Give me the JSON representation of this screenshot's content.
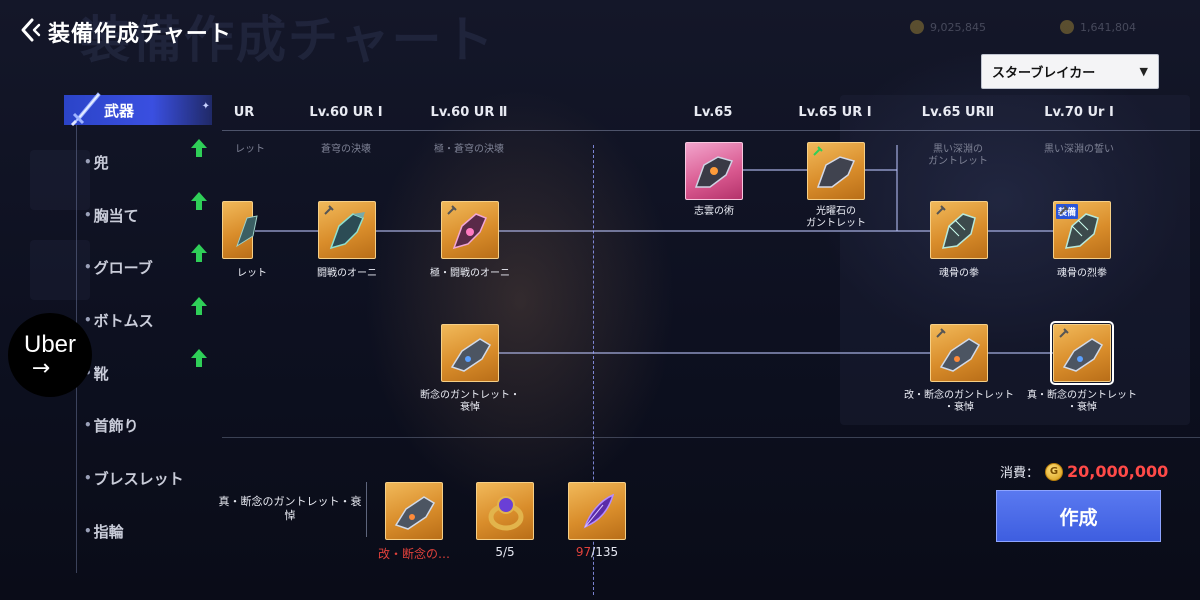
{
  "header": {
    "title": "装備作成チャート",
    "ghost_title": "装備作成チャート"
  },
  "bg_currency": [
    "9,025,845",
    "1,641,804"
  ],
  "dropdown": {
    "selected": "スターブレイカー",
    "caret": "▼"
  },
  "sidebar": {
    "items": [
      {
        "label": "武器",
        "active": true,
        "upgrade": false
      },
      {
        "label": "兜",
        "active": false,
        "upgrade": true
      },
      {
        "label": "胸当て",
        "active": false,
        "upgrade": true
      },
      {
        "label": "グローブ",
        "active": false,
        "upgrade": true
      },
      {
        "label": "ボトムス",
        "active": false,
        "upgrade": true
      },
      {
        "label": "靴",
        "active": false,
        "upgrade": true
      },
      {
        "label": "首飾り",
        "active": false,
        "upgrade": false
      },
      {
        "label": "ブレスレット",
        "active": false,
        "upgrade": false
      },
      {
        "label": "指輪",
        "active": false,
        "upgrade": false
      }
    ]
  },
  "uber": {
    "word": "Uber",
    "arrow": "→"
  },
  "columns": [
    {
      "title": "UR",
      "subtitle": "レット"
    },
    {
      "title": "Lv.60 UR Ⅰ",
      "subtitle": "蒼穹の決壊"
    },
    {
      "title": "Lv.60 UR Ⅱ",
      "subtitle": "極・蒼穹の決壊"
    },
    {
      "title": "Lv.65",
      "subtitle": ""
    },
    {
      "title": "Lv.65 UR Ⅰ",
      "subtitle": ""
    },
    {
      "title": "Lv.65 URⅡ",
      "subtitle": "黒い深淵の\nガントレット"
    },
    {
      "title": "Lv.70 Ur Ⅰ",
      "subtitle": "黒い深淵の誓い"
    }
  ],
  "tree_items": [
    {
      "label": "レット",
      "rarity": "orange"
    },
    {
      "label": "闘戦のオーニ",
      "rarity": "orange"
    },
    {
      "label": "極・闘戦のオーニ",
      "rarity": "orange"
    },
    {
      "label": "志雲の術",
      "rarity": "pink"
    },
    {
      "label": "光曜石の\nガントレット",
      "rarity": "orange"
    },
    {
      "label": "魂骨の拳",
      "rarity": "orange"
    },
    {
      "label": "魂骨の烈拳",
      "rarity": "orange",
      "badge": "装備"
    },
    {
      "label": "断念のガントレット・\n衰悼",
      "rarity": "orange"
    },
    {
      "label": "改・断念のガントレット\n・衰悼",
      "rarity": "orange"
    },
    {
      "label": "真・断念のガントレット\n・衰悼",
      "rarity": "orange",
      "selected": true
    }
  ],
  "materials": {
    "target_name": "真・断念のガントレット・衰悼",
    "items": [
      {
        "name": "gauntlet-material",
        "count_text": "改・断念の…",
        "count_red": true
      },
      {
        "name": "ring-material",
        "have": "5",
        "need": "/5"
      },
      {
        "name": "feather-material",
        "have": "97",
        "need": "/135",
        "have_red": true
      }
    ]
  },
  "cost": {
    "label": "消費：",
    "amount": "20,000,000",
    "coin_symbol": "G"
  },
  "create_button": {
    "label": "作成"
  },
  "colors": {
    "accent": "#3e5ee0",
    "rarity_orange": "#d98d2b",
    "rarity_pink": "#d8578e",
    "cost_red": "#ff4a48"
  }
}
